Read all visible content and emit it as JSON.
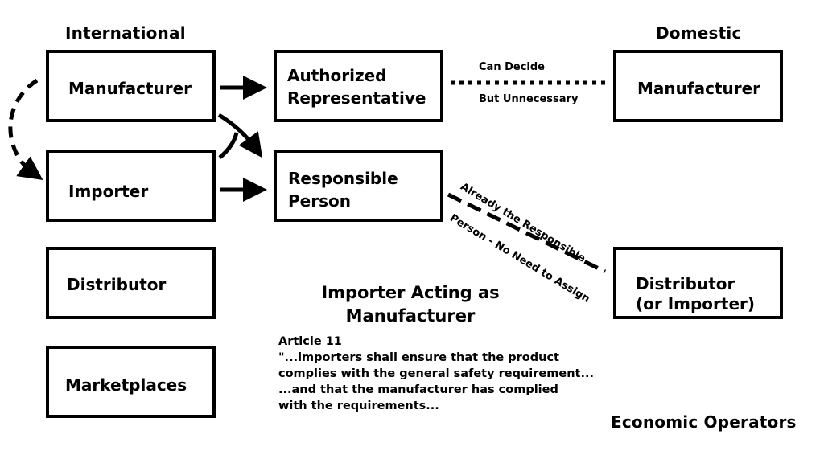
{
  "headings": {
    "international": "International",
    "domestic": "Domestic"
  },
  "boxes": {
    "intl_manufacturer": "Manufacturer",
    "importer": "Importer",
    "distributor": "Distributor",
    "marketplaces": "Marketplaces",
    "authorized_representative": "Authorized\nRepresentative",
    "responsible_person": "Responsible\nPerson",
    "domestic_manufacturer": "Manufacturer",
    "domestic_distributor": "Distributor\n(or Importer)"
  },
  "connector_labels": {
    "can_decide": "Can Decide",
    "but_unnecessary": "But Unnecessary",
    "already_responsible": "Already the Responsible",
    "no_need_to_assign": "Person - No Need to Assign"
  },
  "importer_acting": {
    "title_line1": "Importer Acting as",
    "title_line2": "Manufacturer"
  },
  "article": {
    "heading": "Article 11",
    "body": "\"...importers shall ensure that the product\ncomplies with the general safety requirement...\n...and that the manufacturer has complied\nwith the requirements..."
  },
  "footer": "Economic Operators"
}
